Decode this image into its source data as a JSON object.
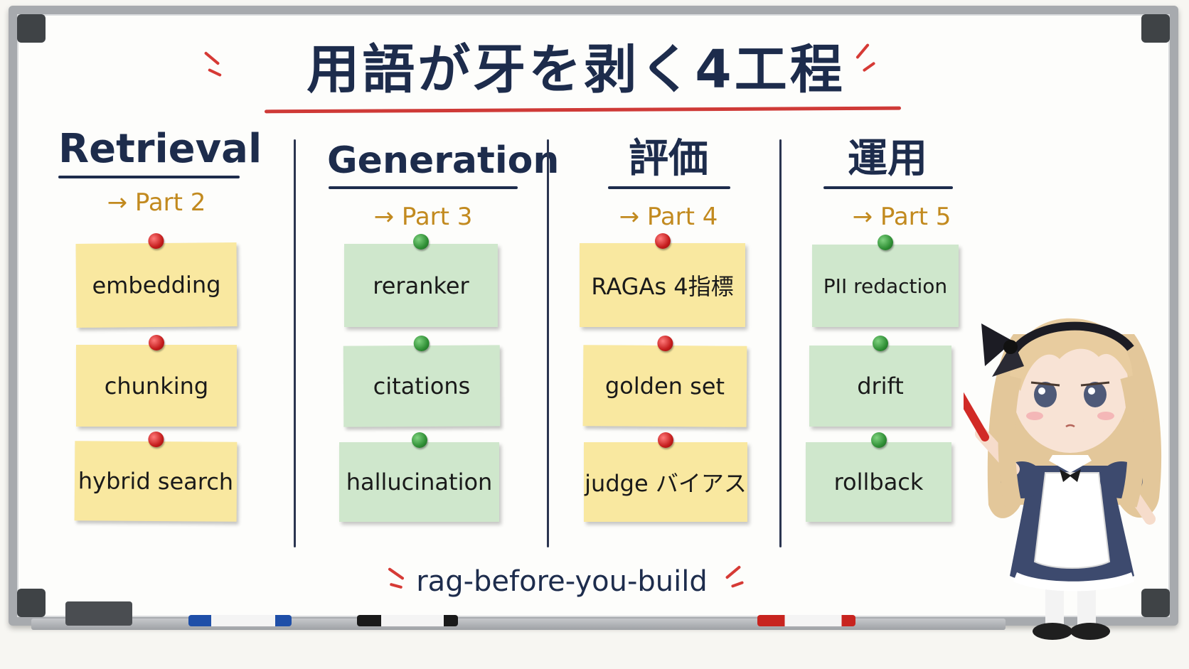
{
  "title": "用語が牙を剥く4工程",
  "columns": [
    {
      "heading": "Retrieval",
      "part": "→ Part 2",
      "note_color": "yellow",
      "terms": [
        "embedding",
        "chunking",
        "hybrid search"
      ]
    },
    {
      "heading": "Generation",
      "part": "→ Part 3",
      "note_color": "green",
      "terms": [
        "reranker",
        "citations",
        "hallucination"
      ]
    },
    {
      "heading": "評価",
      "part": "→ Part 4",
      "note_color": "yellow",
      "terms": [
        "RAGAs 4指標",
        "golden set",
        "judge バイアス"
      ]
    },
    {
      "heading": "運用",
      "part": "→ Part 5",
      "note_color": "green",
      "terms": [
        "PII redaction",
        "drift",
        "rollback"
      ]
    }
  ],
  "footer": "rag-before-you-build",
  "colors": {
    "ink_navy": "#1d2c4c",
    "accent_red": "#cf3a37",
    "part_gold": "#c28a1f",
    "note_yellow": "#f9e8a0",
    "note_green": "#cfe7cc"
  }
}
